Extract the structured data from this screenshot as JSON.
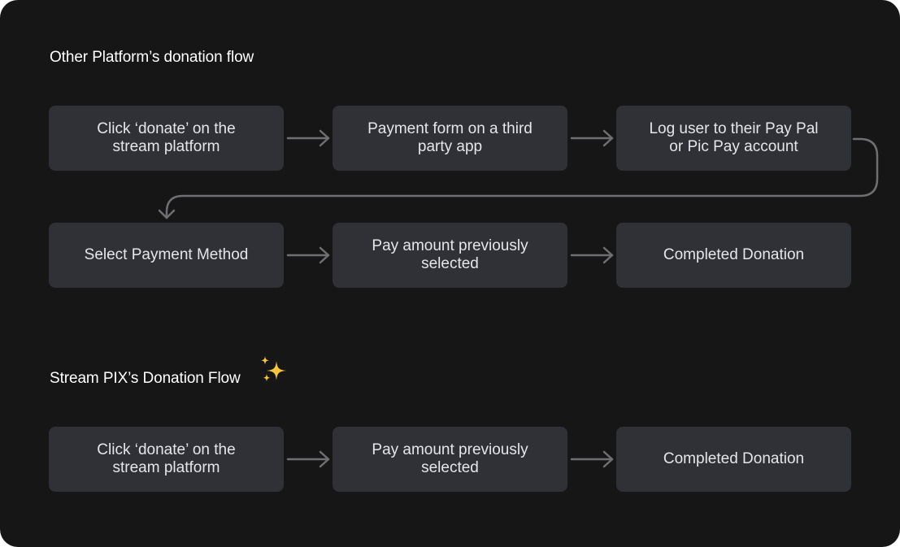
{
  "sections": [
    {
      "title": "Other Platform’s donation flow",
      "steps": [
        "Click ‘donate’ on the stream platform",
        "Payment form on a third party app",
        "Log user to their Pay Pal or Pic Pay account",
        "Select Payment Method",
        "Pay amount previously selected",
        "Completed Donation"
      ]
    },
    {
      "title": "Stream PIX’s Donation Flow",
      "steps": [
        "Click ‘donate’ on the stream platform",
        "Pay amount previously selected",
        "Completed Donation"
      ]
    }
  ],
  "colors": {
    "background": "#161616",
    "box": "#303136",
    "text": "#e6e6e8",
    "arrow": "#6f6f73",
    "sparkle": "#f5c542"
  },
  "icons": {
    "sparkles": "sparkles-icon"
  }
}
